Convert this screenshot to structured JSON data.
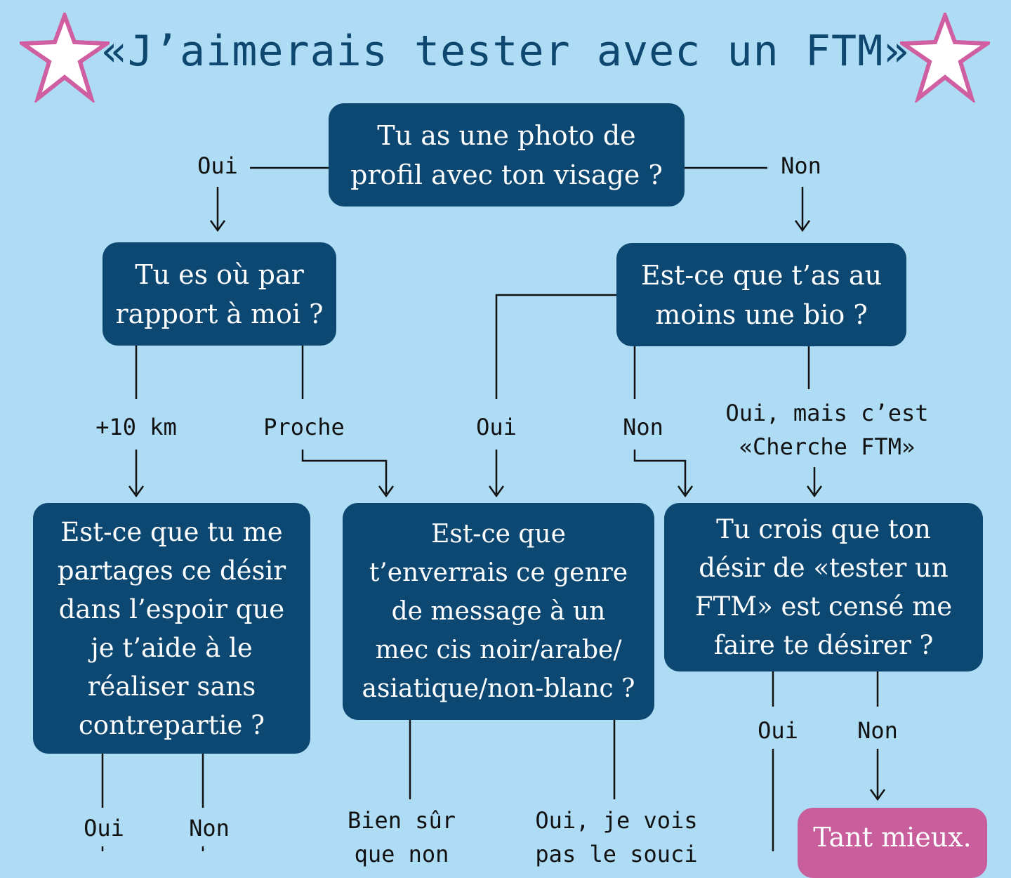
{
  "title": "«J’aimerais tester avec un FTM»",
  "colors": {
    "background": "#aedcf5",
    "box": "#0d4872",
    "highlight_box": "#c95e9c",
    "star": "#cf5fa0"
  },
  "icons": {
    "left": "star-icon",
    "right": "star-icon"
  },
  "nodes": {
    "q_photo": "Tu as une photo de\nprofil avec ton visage ?",
    "q_distance": "Tu es où par\nrapport à moi ?",
    "q_bio": "Est-ce que t’as au\nmoins une bio ?",
    "q_espoir": "Est-ce que tu me\npartages ce désir\ndans l’espoir que\nje t’aide à le\nréaliser sans\ncontrepartie ?",
    "q_message": "Est-ce que\nt’enverrais ce genre\nde message à un\nmec cis noir/arabe/\nasiatique/non-blanc ?",
    "q_desir": "Tu crois que ton\ndésir de «tester un\nFTM» est censé me\nfaire te désirer ?",
    "r_tant_mieux": "Tant mieux."
  },
  "labels": {
    "photo_oui": "Oui",
    "photo_non": "Non",
    "dist_far": "+10 km",
    "dist_near": "Proche",
    "bio_oui": "Oui",
    "bio_non": "Non",
    "bio_cherche": "Oui, mais c’est\n«Cherche FTM»",
    "espoir_oui": "Oui",
    "espoir_non": "Non",
    "message_bien_sur": "Bien sûr\nque non",
    "message_oui": "Oui, je vois\npas le souci",
    "desir_oui": "Oui",
    "desir_non": "Non"
  }
}
